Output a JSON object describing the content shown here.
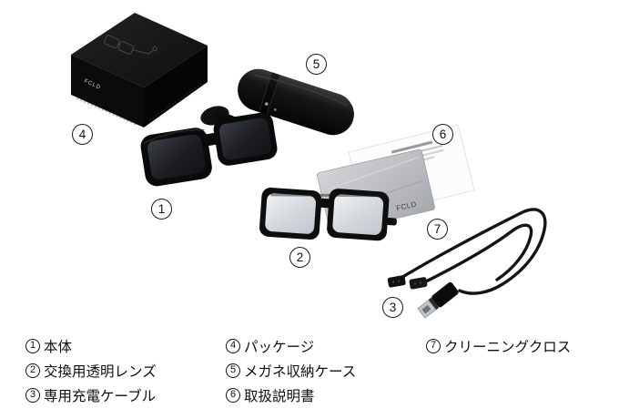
{
  "brand_logo": "FCLD",
  "colors": {
    "background": "#ffffff",
    "product_black": "#0d0d0d",
    "cloth_gray": "#bfc1c5",
    "text": "#111111"
  },
  "callouts": [
    "1",
    "2",
    "3",
    "4",
    "5",
    "6",
    "7"
  ],
  "legend": {
    "items": [
      {
        "num": "1",
        "label": "本体"
      },
      {
        "num": "2",
        "label": "交換用透明レンズ"
      },
      {
        "num": "3",
        "label": "専用充電ケーブル"
      },
      {
        "num": "4",
        "label": "パッケージ"
      },
      {
        "num": "5",
        "label": "メガネ収納ケース"
      },
      {
        "num": "6",
        "label": "取扱説明書"
      },
      {
        "num": "7",
        "label": "クリーニングクロス"
      }
    ]
  }
}
